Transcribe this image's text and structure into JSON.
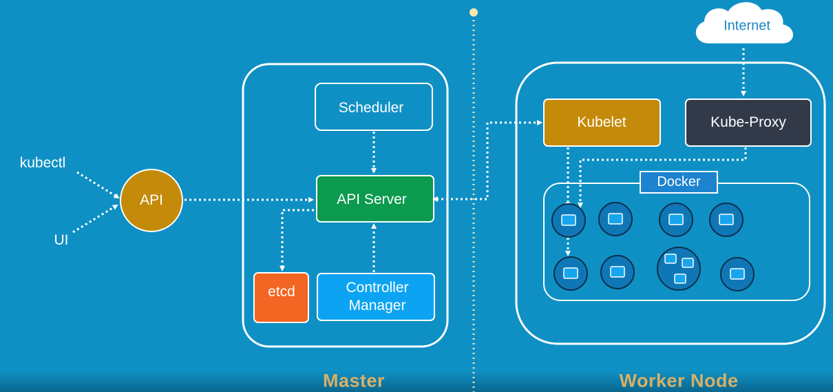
{
  "inputs": {
    "kubectl": "kubectl",
    "ui": "UI"
  },
  "api_node": "API",
  "master": {
    "title": "Master",
    "scheduler": "Scheduler",
    "api_server": "API Server",
    "etcd": "etcd",
    "controller_manager": [
      "Controller",
      "Manager"
    ]
  },
  "worker": {
    "title": "Worker Node",
    "kubelet": "Kubelet",
    "kube_proxy": "Kube-Proxy",
    "docker": "Docker",
    "internet": "Internet"
  },
  "colors": {
    "background": "#0f90c4",
    "api": "#c48a0a",
    "api_server": "#0b9a4e",
    "etcd": "#f26522",
    "controller_manager": "#0ca4f2",
    "kubelet": "#c48a0a",
    "kube_proxy": "#323a4a",
    "section_title": "#d8b066",
    "docker_tag": "#1d83cf",
    "pod_fill": "#1077b7",
    "container_fill": "#17a6ee"
  }
}
